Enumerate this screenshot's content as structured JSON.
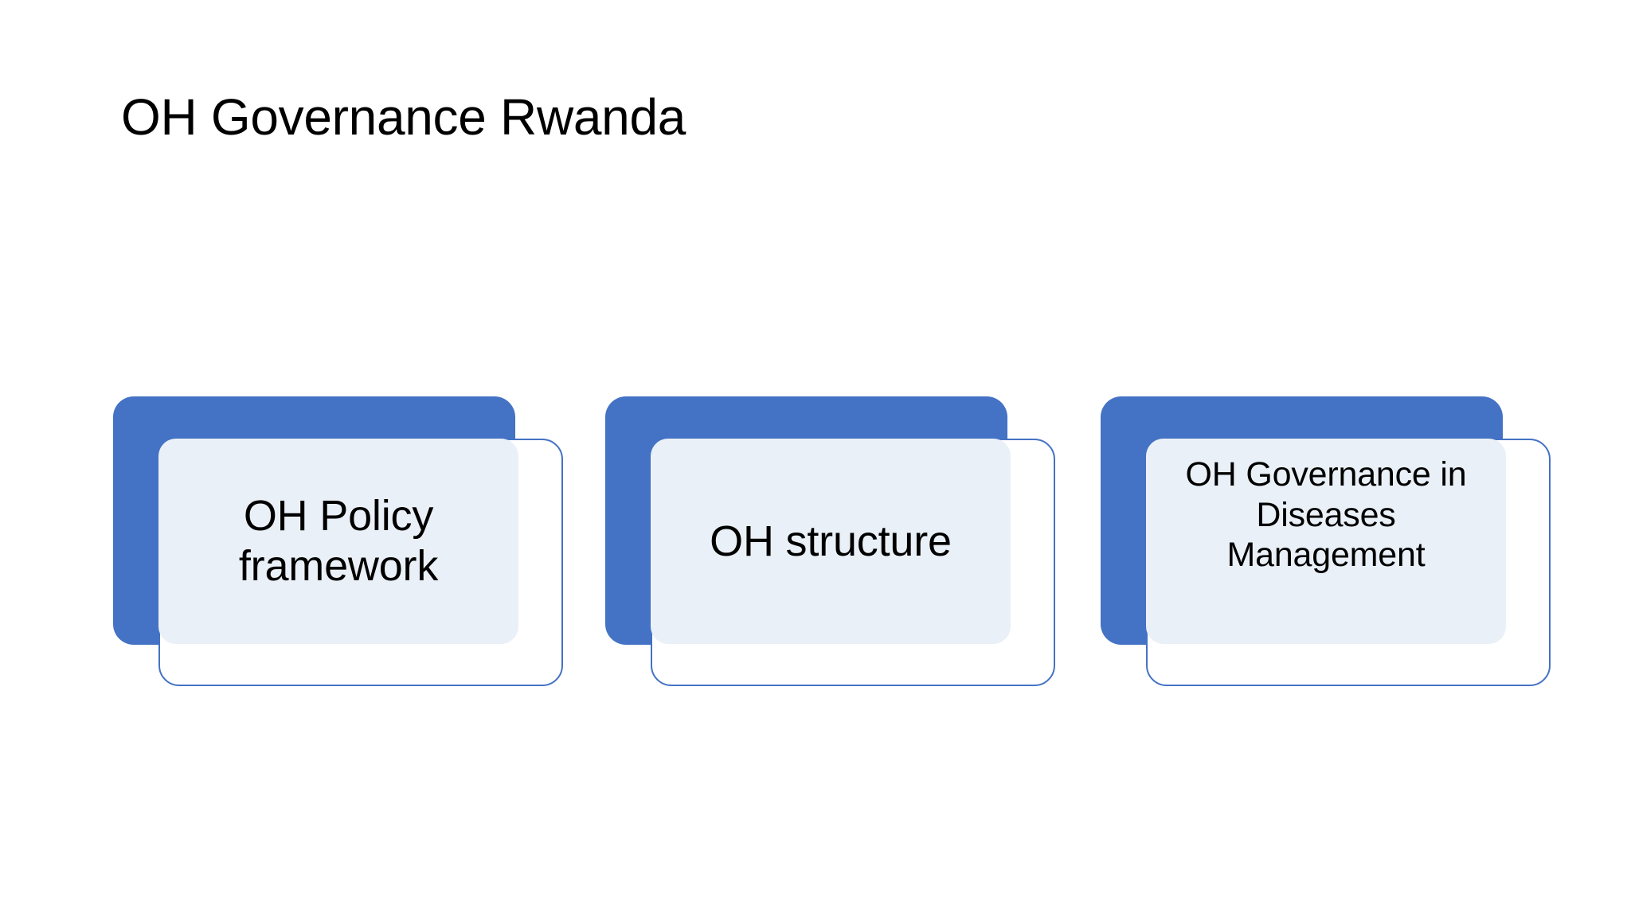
{
  "slide": {
    "title": "OH Governance Rwanda",
    "background_color": "#FFFFFF",
    "title_color": "#000000"
  },
  "theme": {
    "accent_blue": "#4472C4",
    "panel_fill": "#EAF0F7",
    "outline_fill": "#FFFFFF",
    "outline_stroke": "#4472C4"
  },
  "cards": [
    {
      "label": "OH Policy\nframework",
      "name": "oh-policy-framework",
      "fill": "#EAF0F7",
      "accent": "#4472C4"
    },
    {
      "label": "OH structure",
      "name": "oh-structure",
      "fill": "#EAF0F7",
      "accent": "#4472C4"
    },
    {
      "label": "OH Governance in\nDiseases\nManagement",
      "name": "oh-governance-diseases-management",
      "fill": "#EAF0F7",
      "accent": "#4472C4"
    }
  ]
}
